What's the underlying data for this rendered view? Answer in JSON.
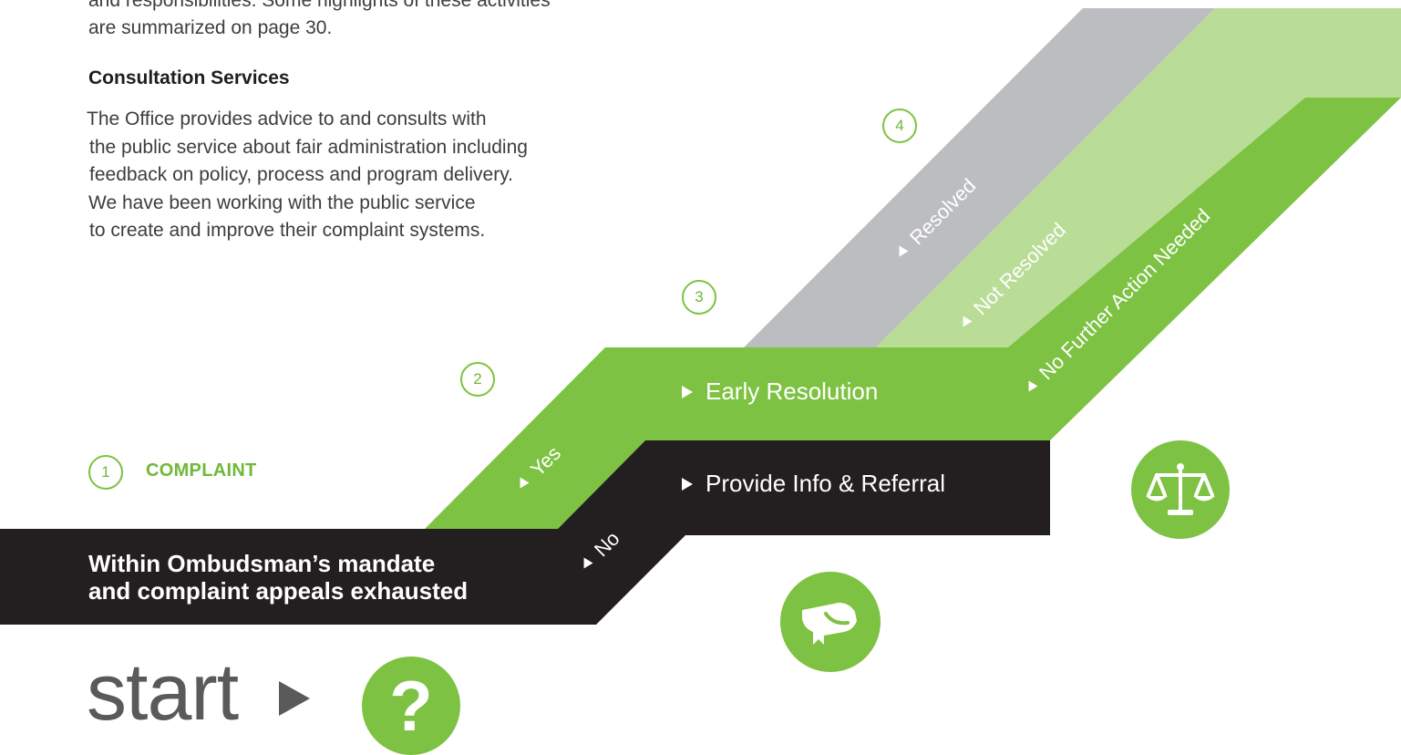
{
  "intro": {
    "line1": "and responsibilities. Some highlights of these activities",
    "line2": "are summarized on page 30."
  },
  "consultation": {
    "heading": "Consultation Services",
    "lines": [
      "The Office provides advice to and consults with",
      "the public service about fair administration including",
      "feedback on policy, process and program delivery.",
      "We have been working with the public service",
      "to create and improve their complaint systems."
    ]
  },
  "diagram": {
    "step_numbers": [
      "1",
      "2",
      "3",
      "4"
    ],
    "complaint_label": "COMPLAINT",
    "within_line1": "Within Ombudsman’s mandate",
    "within_line2": "and complaint appeals exhausted",
    "yes_label": "Yes",
    "no_label": "No",
    "early_resolution": "Early Resolution",
    "provide_info": "Provide Info & Referral",
    "resolved": "Resolved",
    "not_resolved": "Not Resolved",
    "no_further": "No Further Action Needed",
    "start_label": "start",
    "question_mark": "?",
    "icons": [
      "scales-icon",
      "graduation-cap-icon",
      "question-icon"
    ],
    "colors": {
      "green": "#7dc242",
      "light_green": "#b9dc97",
      "gray": "#bcbdc0",
      "black": "#231f20"
    }
  }
}
